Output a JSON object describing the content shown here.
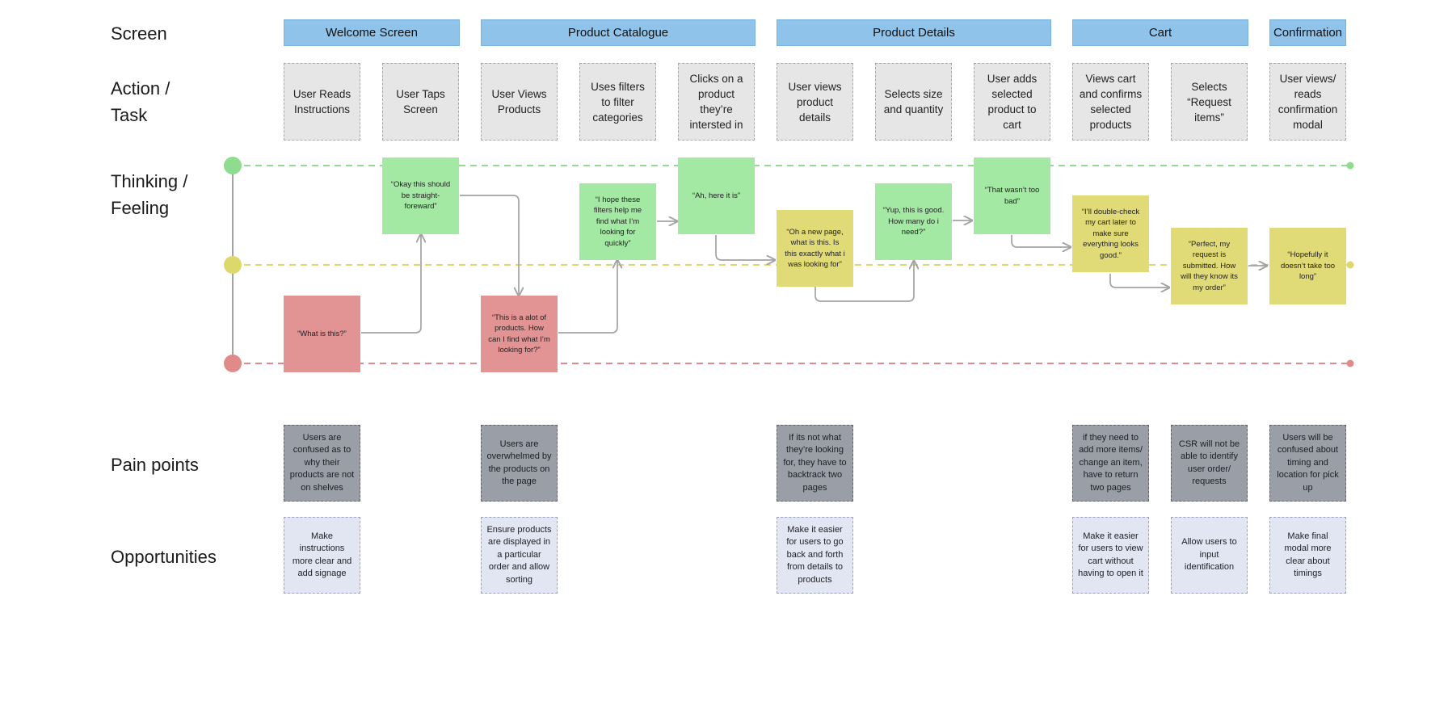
{
  "row_labels": {
    "screen": "Screen",
    "action": "Action /\nTask",
    "thinking": "Thinking /\nFeeling",
    "pain": "Pain points",
    "opportunities": "Opportunities"
  },
  "screens": [
    "Welcome Screen",
    "Product Catalogue",
    "Product Details",
    "Cart",
    "Confirmation"
  ],
  "tasks": [
    "User Reads Instructions",
    "User Taps Screen",
    "User Views Products",
    "Uses filters to filter categories",
    "Clicks on a product they’re intersted in",
    "User views product details",
    "Selects size and quantity",
    "User adds selected product to cart",
    "Views cart and confirms selected products",
    "Selects “Request items”",
    "User views/ reads confirmation modal"
  ],
  "feelings": [
    {
      "text": "“What is this?”",
      "mood": "negative"
    },
    {
      "text": "“Okay this should be straight-foreward”",
      "mood": "positive"
    },
    {
      "text": "“This is a alot of products. How can I find what I’m looking for?”",
      "mood": "negative"
    },
    {
      "text": "“I hope these filters help me find what I’m looking for quickly”",
      "mood": "positive"
    },
    {
      "text": "“Ah, here it is”",
      "mood": "positive"
    },
    {
      "text": "“Oh a new page, what is this. Is this exactly what i was looking for”",
      "mood": "neutral"
    },
    {
      "text": "“Yup, this is good. How many do i need?”",
      "mood": "positive"
    },
    {
      "text": "“That wasn’t too bad”",
      "mood": "positive"
    },
    {
      "text": "“I’ll double-check my cart later to make sure everything looks good.”",
      "mood": "neutral"
    },
    {
      "text": "“Perfect, my request is submitted. How will they know its my order”",
      "mood": "neutral"
    },
    {
      "text": "“Hopefully it doesn’t take too long”",
      "mood": "neutral"
    }
  ],
  "pain_points": [
    "Users are confused as to why their products are not on shelves",
    "Users are overwhelmed by the products on the page",
    "If its not what they’re looking for, they have to backtrack two pages",
    "if they need to add more items/ change an item, have to return two pages",
    "CSR will not be able to identify user order/ requests",
    "Users will be confused about timing and location for pick up"
  ],
  "opportunities": [
    "Make instructions more clear and add signage",
    "Ensure products are displayed in a particular order and allow sorting",
    "Make it easier for users to go back and forth from details to products",
    "Make it easier for users to view cart without having to open it",
    "Allow users to input identification",
    "Make final modal more clear about timings"
  ],
  "colors": {
    "screen_header": "#8fc3ea",
    "positive": "#a3e8a3",
    "neutral": "#e0db76",
    "negative": "#e29494",
    "pain_point": "#999ea7",
    "opportunity": "#e1e6f2",
    "connector": "#a3a3a3"
  }
}
